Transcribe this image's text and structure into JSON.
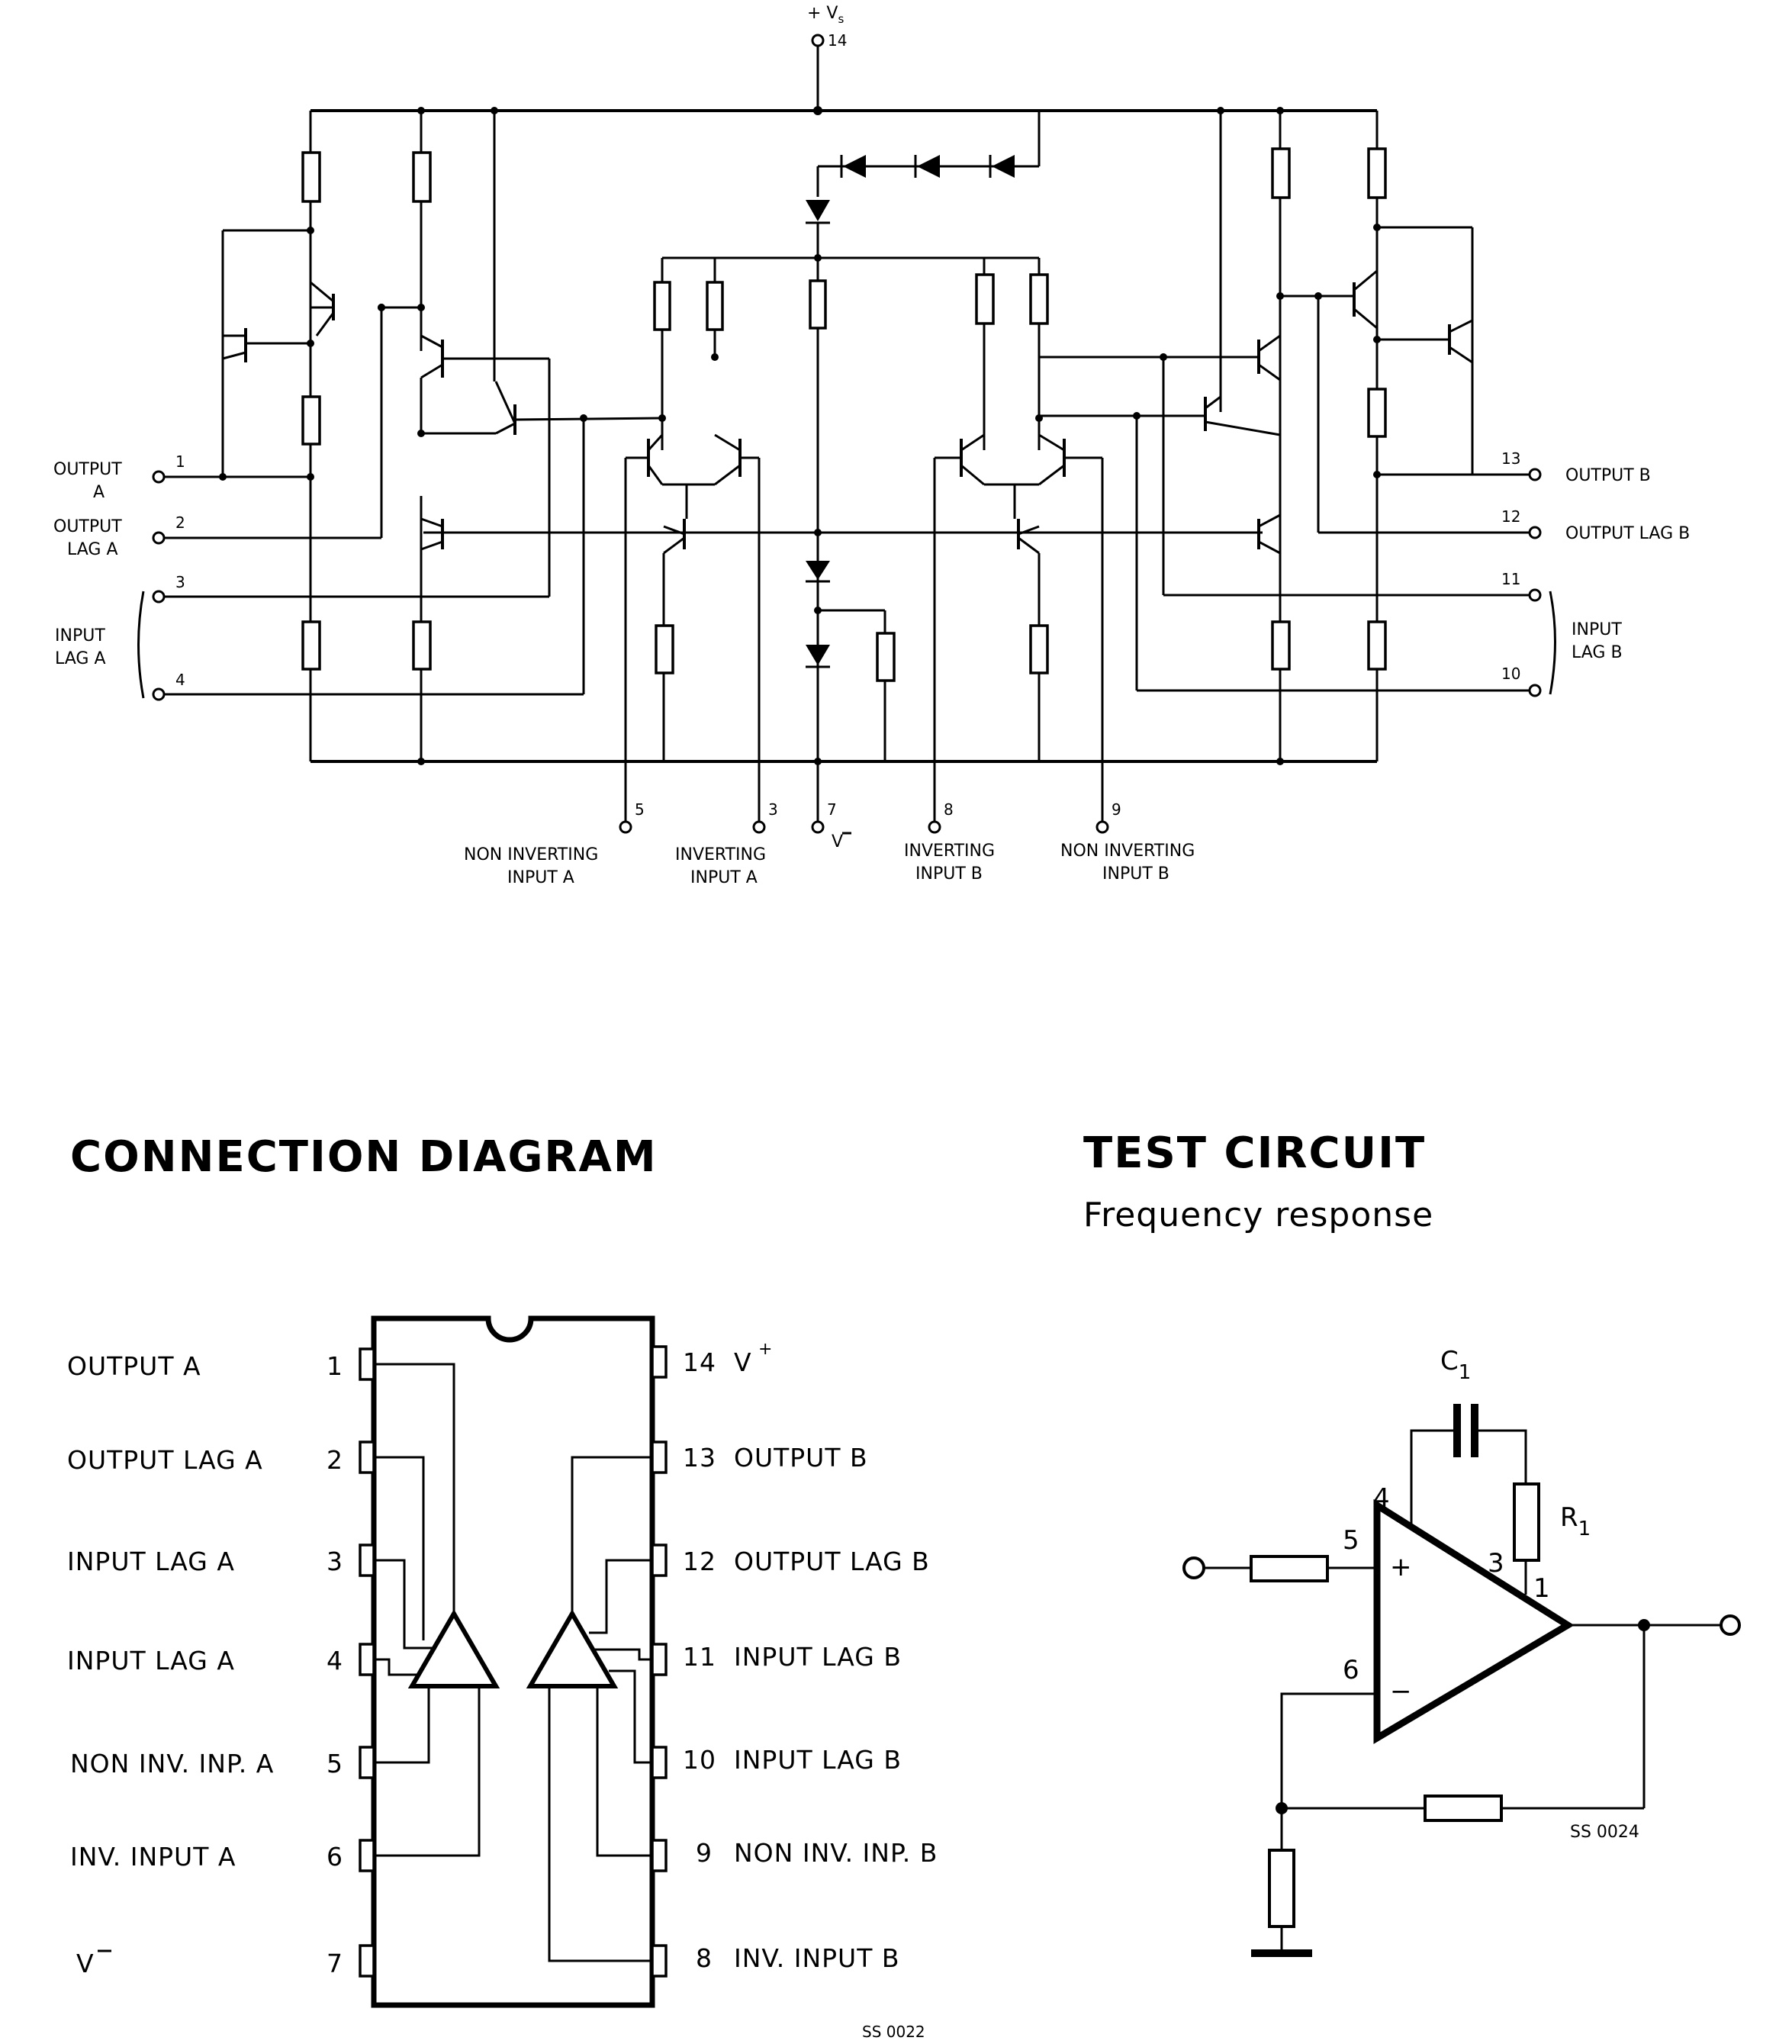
{
  "schematic": {
    "supply_label": "+ V",
    "supply_subscript": "s",
    "supply_pin": "14",
    "v_minus_label": "V",
    "left_pins": [
      {
        "num": "1",
        "label": [
          "OUTPUT",
          "A"
        ]
      },
      {
        "num": "2",
        "label": [
          "OUTPUT",
          "LAG A"
        ]
      },
      {
        "num": "3",
        "label": [
          "INPUT",
          "LAG A"
        ]
      },
      {
        "num": "4",
        "label": []
      }
    ],
    "right_pins": [
      {
        "num": "13",
        "label": "OUTPUT B"
      },
      {
        "num": "12",
        "label": "OUTPUT LAG B"
      },
      {
        "num": "11",
        "label": "INPUT"
      },
      {
        "num": "10",
        "label": "LAG B"
      }
    ],
    "bottom_pins": [
      {
        "num": "5",
        "label": [
          "NON INVERTING",
          "INPUT A"
        ]
      },
      {
        "num": "3",
        "label": [
          "INVERTING",
          "INPUT A"
        ]
      },
      {
        "num": "7",
        "label": [
          "V"
        ]
      },
      {
        "num": "8",
        "label": [
          "INVERTING",
          "INPUT B"
        ]
      },
      {
        "num": "9",
        "label": [
          "NON INVERTING",
          "INPUT B"
        ]
      }
    ]
  },
  "connection_diagram": {
    "title": "CONNECTION DIAGRAM",
    "left": [
      {
        "num": "1",
        "label": "OUTPUT A"
      },
      {
        "num": "2",
        "label": "OUTPUT LAG A"
      },
      {
        "num": "3",
        "label": "INPUT LAG A"
      },
      {
        "num": "4",
        "label": "INPUT LAG A"
      },
      {
        "num": "5",
        "label": "NON INV. INP. A"
      },
      {
        "num": "6",
        "label": "INV. INPUT A"
      },
      {
        "num": "7",
        "label": "V"
      }
    ],
    "right": [
      {
        "num": "14",
        "label": "V"
      },
      {
        "num": "13",
        "label": "OUTPUT B"
      },
      {
        "num": "12",
        "label": "OUTPUT LAG B"
      },
      {
        "num": "11",
        "label": "INPUT LAG B"
      },
      {
        "num": "10",
        "label": "INPUT LAG B"
      },
      {
        "num": "9",
        "label": "NON INV. INP. B"
      },
      {
        "num": "8",
        "label": "INV. INPUT B"
      }
    ],
    "code": "SS 0022"
  },
  "test_circuit": {
    "title": "TEST CIRCUIT",
    "subtitle": "Frequency response",
    "c_label": "C",
    "c_sub": "1",
    "r_label": "R",
    "r_sub": "1",
    "pins": {
      "p4": "4",
      "p5": "5",
      "p3": "3",
      "p1": "1",
      "p6": "6"
    },
    "plus": "+",
    "minus": "−",
    "code": "SS 0024"
  }
}
